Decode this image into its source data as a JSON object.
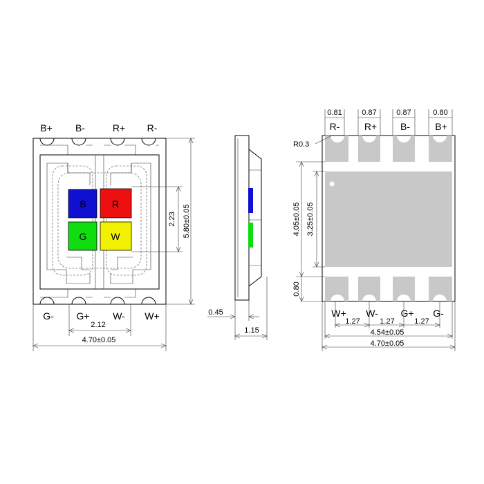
{
  "front_view": {
    "top_pins": [
      "B+",
      "B-",
      "R+",
      "R-"
    ],
    "bottom_pins": [
      "G-",
      "G+",
      "W-",
      "W+"
    ],
    "dies": [
      {
        "label": "B",
        "color": "#1010d0"
      },
      {
        "label": "R",
        "color": "#ee1010"
      },
      {
        "label": "G",
        "color": "#10dd10"
      },
      {
        "label": "W",
        "color": "#f2f200"
      }
    ],
    "dim_height": "5.80±0.05",
    "dim_inner": "2.23",
    "dim_pitch": "2.12",
    "dim_width": "4.70±0.05"
  },
  "side_view": {
    "dim_base": "0.45",
    "dim_total": "1.15",
    "strip_colors": [
      "#1010d0",
      "#10dd10"
    ]
  },
  "bottom_view": {
    "top_widths": [
      "0.81",
      "0.87",
      "0.87",
      "0.80"
    ],
    "top_pins": [
      "R-",
      "R+",
      "B-",
      "B+"
    ],
    "bottom_pins": [
      "W+",
      "W-",
      "G+",
      "G-"
    ],
    "radius_label": "R0.3",
    "dim_pad_height_outer": "4.05±0.05",
    "dim_pad_height_inner": "3.25±0.05",
    "dim_pad_gap": "0.80",
    "pitch": [
      "1.27",
      "1.27",
      "1.27"
    ],
    "dim_pad_span": "4.54±0.05",
    "dim_width": "4.70±0.05",
    "pad_color": "#c8c8c8"
  }
}
